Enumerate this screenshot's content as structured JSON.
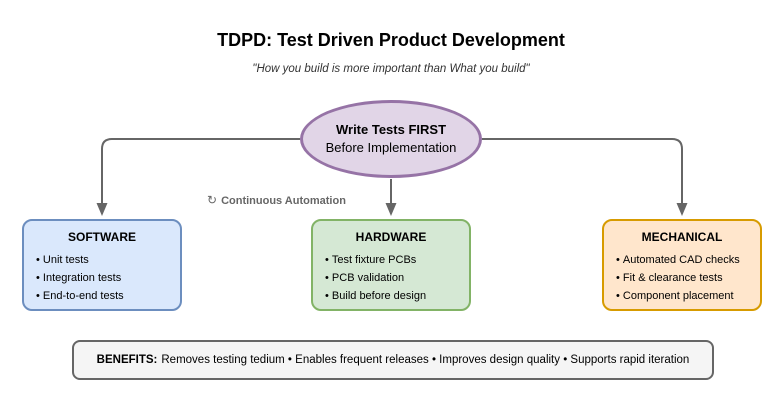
{
  "title": "TDPD: Test Driven Product Development",
  "subtitle": "\"How you build is more important than What you build\"",
  "root_node": {
    "line1": "Write Tests FIRST",
    "line2": "Before Implementation"
  },
  "automation_label": {
    "icon": "↻",
    "text": "Continuous Automation"
  },
  "branches": [
    {
      "title": "SOFTWARE",
      "items": [
        "Unit tests",
        "Integration tests",
        "End-to-end tests"
      ],
      "fill": "#DAE8FC",
      "border": "#6C8EBF"
    },
    {
      "title": "HARDWARE",
      "items": [
        "Test fixture PCBs",
        "PCB validation",
        "Build before design"
      ],
      "fill": "#D5E8D4",
      "border": "#82B366"
    },
    {
      "title": "MECHANICAL",
      "items": [
        "Automated CAD checks",
        "Fit & clearance tests",
        "Component placement"
      ],
      "fill": "#FFE6CC",
      "border": "#D79B00"
    }
  ],
  "benefits": {
    "label": "BENEFITS:",
    "text": "Removes testing tedium • Enables frequent releases • Improves design quality • Supports rapid iteration"
  },
  "colors": {
    "root_fill": "#E1D5E7",
    "root_border": "#9673A6",
    "connector": "#666666",
    "benefits_fill": "#F5F5F5",
    "benefits_border": "#666666",
    "label_gray": "#666666"
  }
}
